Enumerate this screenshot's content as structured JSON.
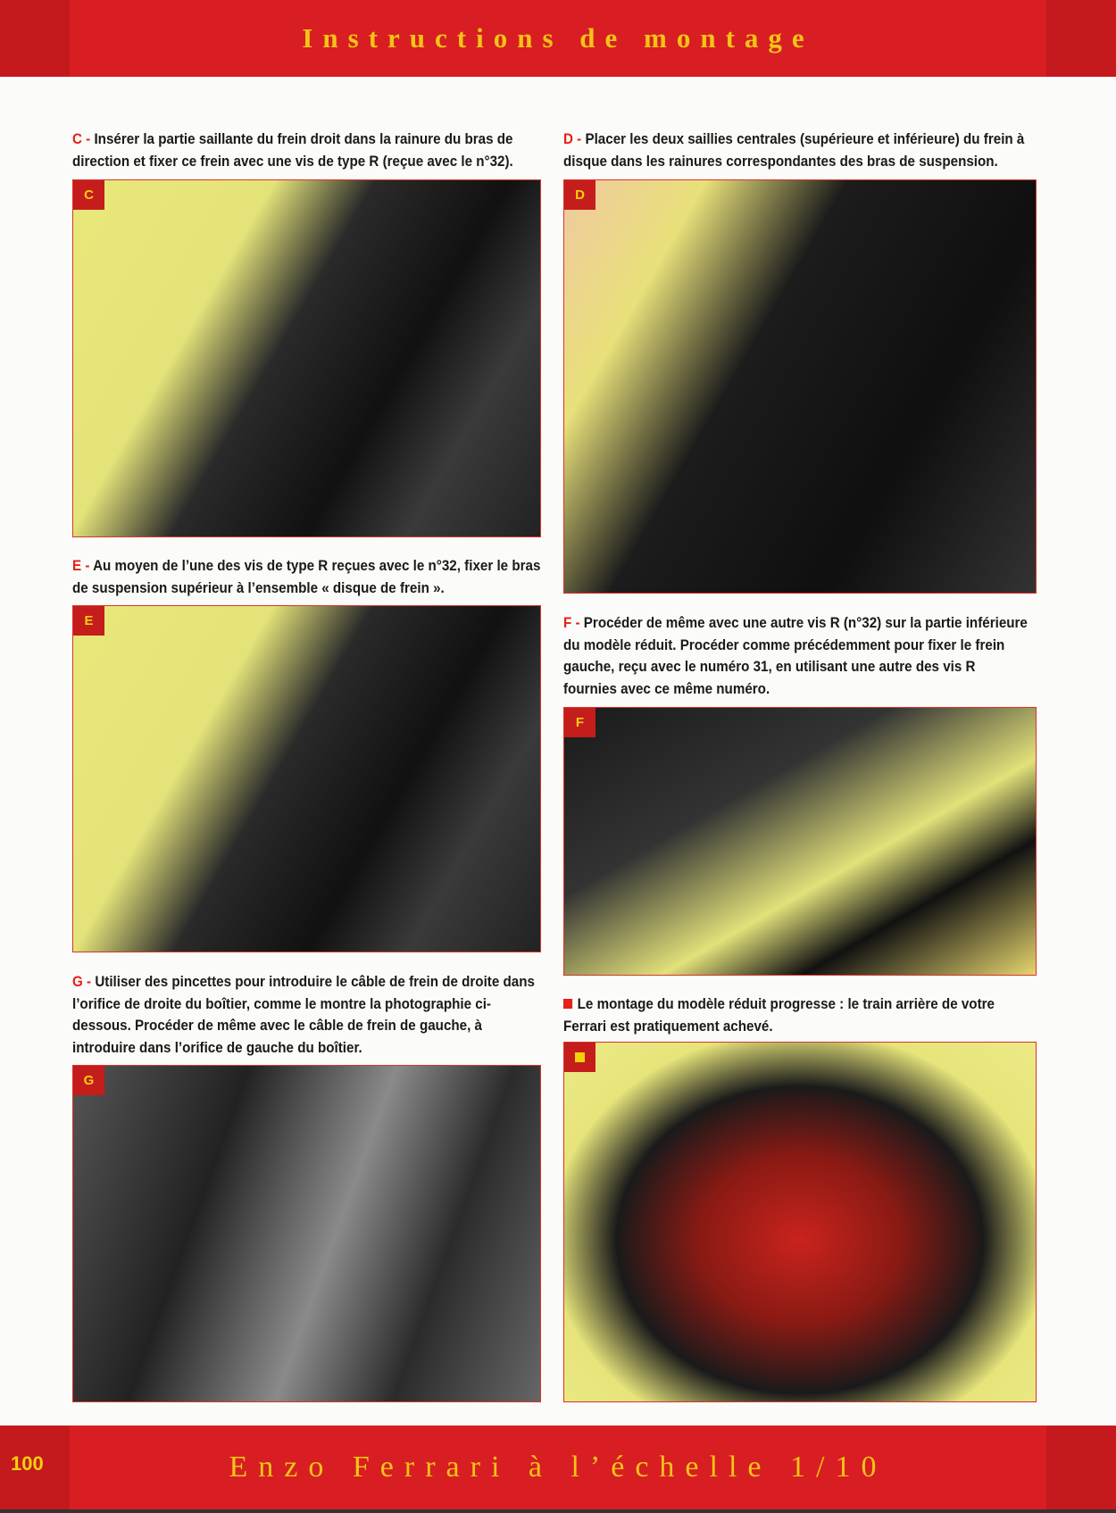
{
  "header": {
    "title": "Instructions de montage"
  },
  "footer": {
    "title": "Enzo Ferrari à l’échelle 1/10",
    "page_number": "100"
  },
  "steps": [
    {
      "letter": "C",
      "sep": " - ",
      "text": "Insérer la partie saillante du frein droit dans la rainure du bras de direction et fixer ce frein avec une vis de type R (reçue avec le n°32)."
    },
    {
      "letter": "D",
      "sep": " - ",
      "text": "Placer les deux saillies centrales (supérieure et inférieure) du frein à disque dans les rainures correspondantes des bras de suspension."
    },
    {
      "letter": "E",
      "sep": " - ",
      "text": "Au moyen de l’une des vis de type R reçues avec le n°32, fixer le bras de suspension supérieur à l’ensemble « disque de frein »."
    },
    {
      "letter": "F",
      "sep": " - ",
      "text": "Procéder de même avec une autre vis R (n°32) sur la partie inférieure du modèle réduit. Procéder comme précédemment pour fixer le frein gauche, reçu avec le numéro 31, en utilisant une autre des vis R fournies avec ce même numéro."
    },
    {
      "letter": "G",
      "sep": " - ",
      "text": "Utiliser des pincettes pour introduire le câble de frein de droite dans l’orifice de droite du boîtier, comme le montre la photographie ci-dessous. Procéder de même avec le câble de frein de gauche, à introduire dans l’orifice de gauche du boîtier."
    }
  ],
  "final": {
    "text": "Le montage du modèle réduit progresse : le train arrière de votre Ferrari est pratiquement achevé."
  }
}
